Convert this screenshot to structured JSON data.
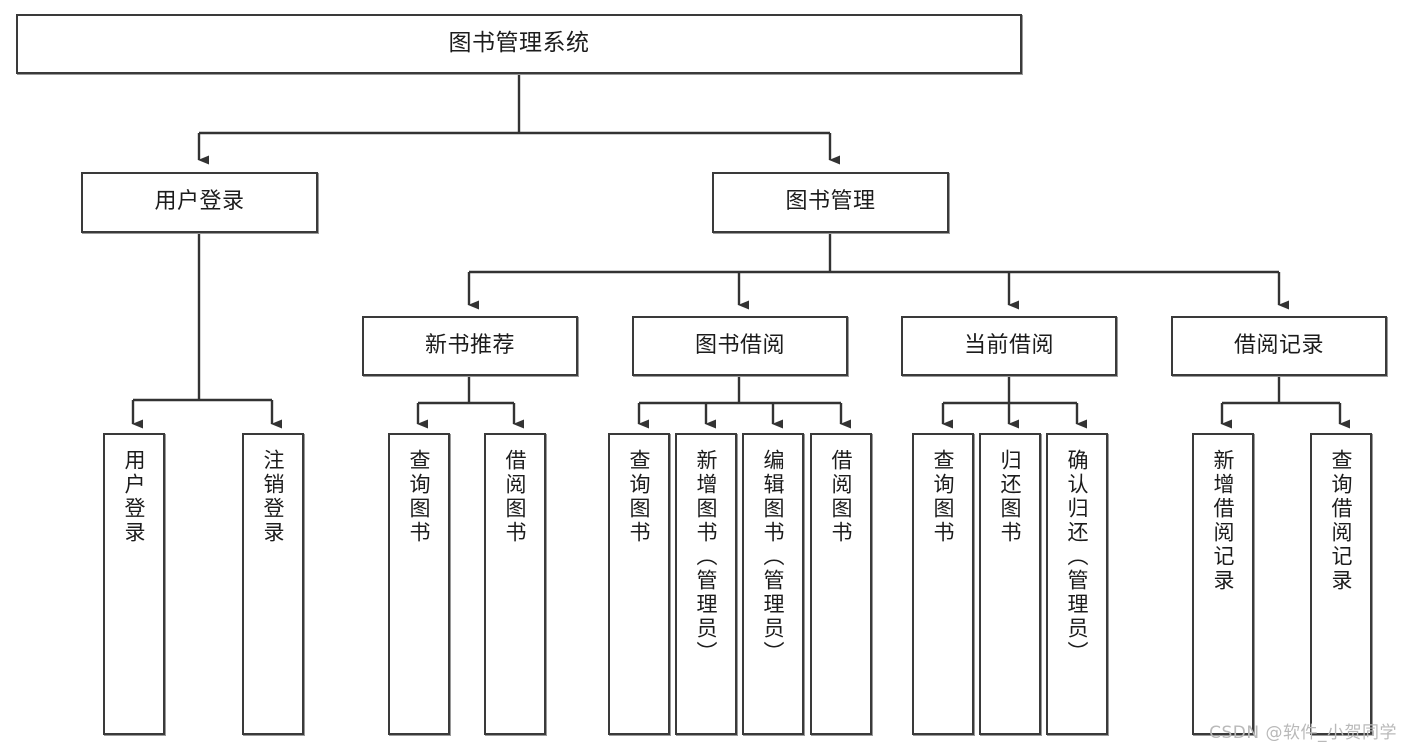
{
  "diagram": {
    "type": "tree-hierarchy",
    "title": "图书管理系统",
    "watermark": "CSDN @软件_小贺同学",
    "colors": {
      "box_border": "#3a3a3a",
      "box_fill": "#ffffff",
      "connector": "#333333",
      "text": "#1c1c1c",
      "watermark": "#b9b9b9"
    },
    "levels": {
      "root": {
        "id": "root",
        "label": "图书管理系统"
      },
      "level2": [
        {
          "id": "user-login",
          "label": "用户登录"
        },
        {
          "id": "book-manage",
          "label": "图书管理"
        }
      ],
      "level3": [
        {
          "id": "new-book-recommend",
          "label": "新书推荐",
          "parent": "book-manage"
        },
        {
          "id": "book-borrow",
          "label": "图书借阅",
          "parent": "book-manage"
        },
        {
          "id": "current-borrow",
          "label": "当前借阅",
          "parent": "book-manage"
        },
        {
          "id": "borrow-record",
          "label": "借阅记录",
          "parent": "book-manage"
        }
      ],
      "leaves": [
        {
          "id": "leaf-user-login",
          "label": "用户登录",
          "parent": "user-login"
        },
        {
          "id": "leaf-user-logout",
          "label": "注销登录",
          "parent": "user-login"
        },
        {
          "id": "leaf-query-book-1",
          "label": "查询图书",
          "parent": "new-book-recommend"
        },
        {
          "id": "leaf-borrow-book-1",
          "label": "借阅图书",
          "parent": "new-book-recommend"
        },
        {
          "id": "leaf-query-book-2",
          "label": "查询图书",
          "parent": "book-borrow"
        },
        {
          "id": "leaf-add-book",
          "label": "新增图书（管理员）",
          "parent": "book-borrow"
        },
        {
          "id": "leaf-edit-book",
          "label": "编辑图书（管理员）",
          "parent": "book-borrow"
        },
        {
          "id": "leaf-borrow-book-2",
          "label": "借阅图书",
          "parent": "book-borrow"
        },
        {
          "id": "leaf-query-book-3",
          "label": "查询图书",
          "parent": "current-borrow"
        },
        {
          "id": "leaf-return-book",
          "label": "归还图书",
          "parent": "current-borrow"
        },
        {
          "id": "leaf-confirm-return",
          "label": "确认归还（管理员）",
          "parent": "current-borrow"
        },
        {
          "id": "leaf-add-record",
          "label": "新增借阅记录",
          "parent": "borrow-record"
        },
        {
          "id": "leaf-query-record",
          "label": "查询借阅记录",
          "parent": "borrow-record"
        }
      ]
    }
  }
}
